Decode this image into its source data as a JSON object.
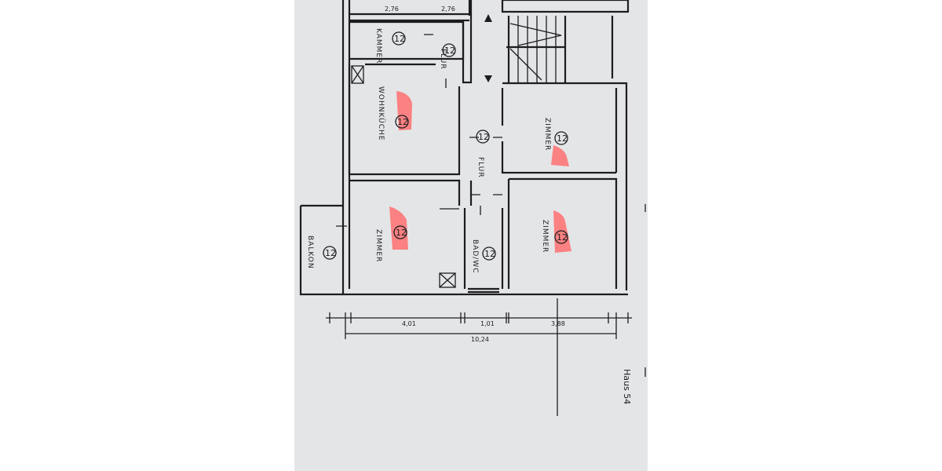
{
  "rooms": {
    "kammer": {
      "label": "KAMMER",
      "number": "12"
    },
    "flur_upper": {
      "label": "FLUR",
      "number": "12"
    },
    "wohnkueche": {
      "label": "WOHNKÜCHE",
      "number": "12"
    },
    "flur_center": {
      "label": "FLUR",
      "number": "12"
    },
    "zimmer_right_upper": {
      "label": "ZIMMER",
      "number": "12"
    },
    "zimmer_left": {
      "label": "ZIMMER",
      "number": "12"
    },
    "bad_wc": {
      "label": "BAD/WC",
      "number": "12"
    },
    "zimmer_right_lower": {
      "label": "ZIMMER",
      "number": "12"
    },
    "balkon": {
      "label": "BALKON",
      "number": "12"
    }
  },
  "dimensions": {
    "top": [
      "2,76",
      "2,76"
    ],
    "segments": [
      "4,01",
      "1,01",
      "3,88"
    ],
    "total": "10,24"
  },
  "building_label": "Haus 54",
  "colors": {
    "paper": "#e4e5e7",
    "lines": "#1d1d1f",
    "highlight": "#ff7070"
  }
}
